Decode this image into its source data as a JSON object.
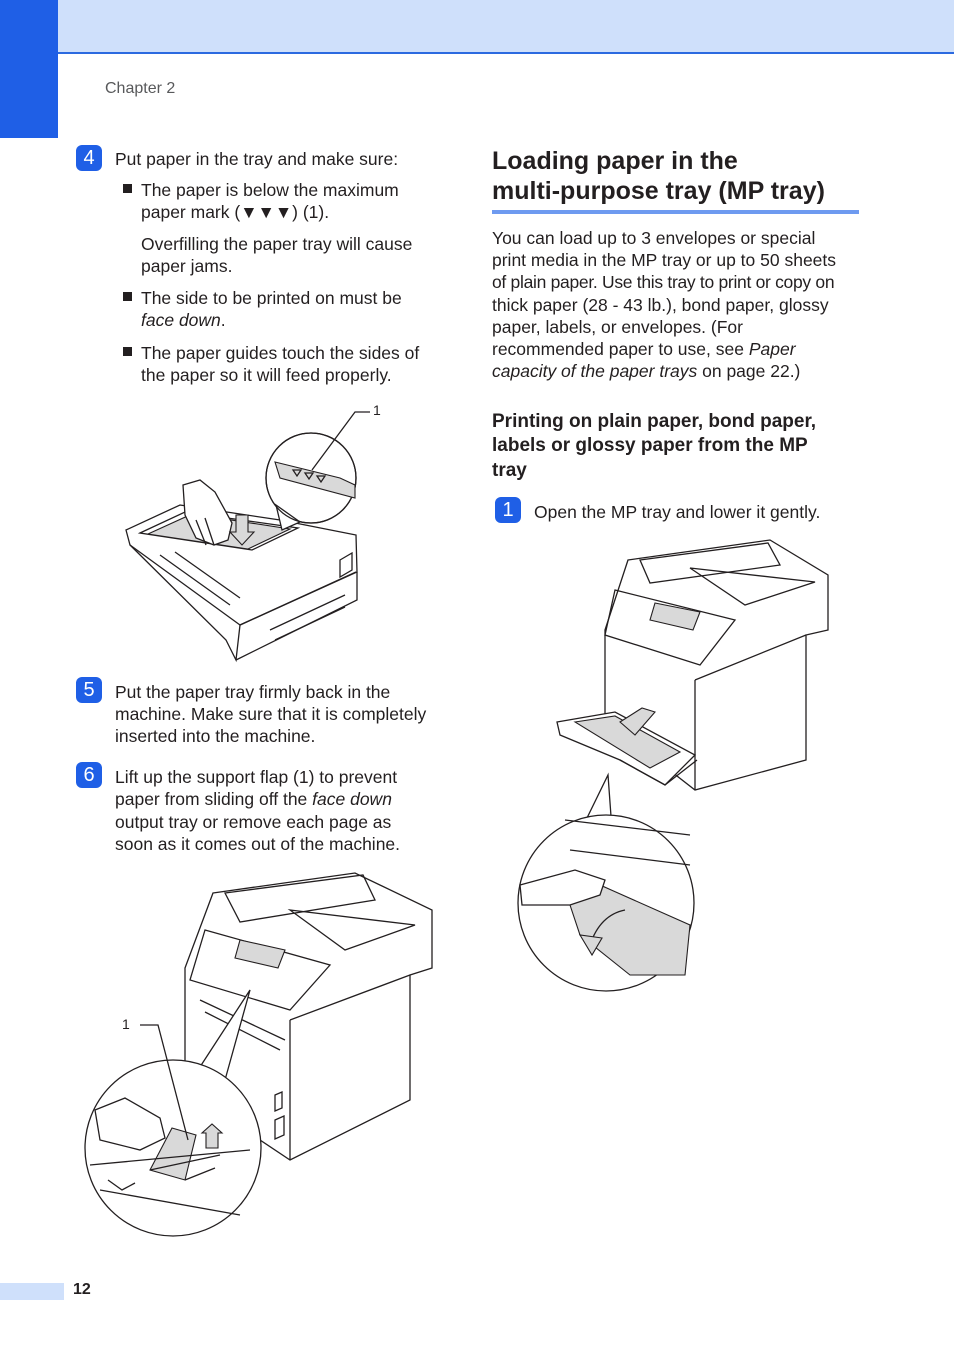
{
  "header": {
    "chapter": "Chapter 2"
  },
  "left": {
    "step4": {
      "num": "4",
      "text": "Put paper in the tray and make sure:",
      "bullet1_a": "The paper is below the maximum",
      "bullet1_b": "paper mark (▼▼▼) (1).",
      "note_a": "Overfilling the paper tray will cause",
      "note_b": "paper jams.",
      "bullet2_a": "The side to be printed on must be",
      "bullet2_b": "face down",
      "bullet2_c": ".",
      "bullet3_a": "The paper guides touch the sides of",
      "bullet3_b": "the paper so it will feed properly."
    },
    "figure1_callout": "1",
    "step5": {
      "num": "5",
      "line1": "Put the paper tray firmly back in the",
      "line2": "machine. Make sure that it is completely",
      "line3": "inserted into the machine."
    },
    "step6": {
      "num": "6",
      "line1": "Lift up the support flap (1) to prevent",
      "line2a": "paper from sliding off the ",
      "line2b": "face down",
      "line3": "output tray or remove each page as",
      "line4": "soon as it comes out of the machine."
    },
    "figure2_callout": "1"
  },
  "right": {
    "heading_line1": "Loading paper in the",
    "heading_line2": "multi-purpose tray (MP tray)",
    "intro": {
      "l1": "You can load up to 3 envelopes or special",
      "l2": "print media in the MP tray or up to 50 sheets",
      "l3": "of plain paper. Use this tray to print or copy on",
      "l4": "thick paper (28 - 43 lb.), bond paper, glossy",
      "l5": "paper, labels, or envelopes. (For",
      "l6a": "recommended paper to use, see ",
      "l6b": "Paper",
      "l7a": "capacity of the paper trays",
      "l7b": " on page 22.)"
    },
    "subheading_l1": "Printing on plain paper, bond paper,",
    "subheading_l2": "labels or glossy paper from the MP",
    "subheading_l3": "tray",
    "step1": {
      "num": "1",
      "text": "Open the MP tray and lower it gently."
    }
  },
  "footer": {
    "page_number": "12"
  },
  "colors": {
    "accent": "#1f5fe6",
    "band": "#cfe0fb",
    "rule": "#6e9af0"
  }
}
